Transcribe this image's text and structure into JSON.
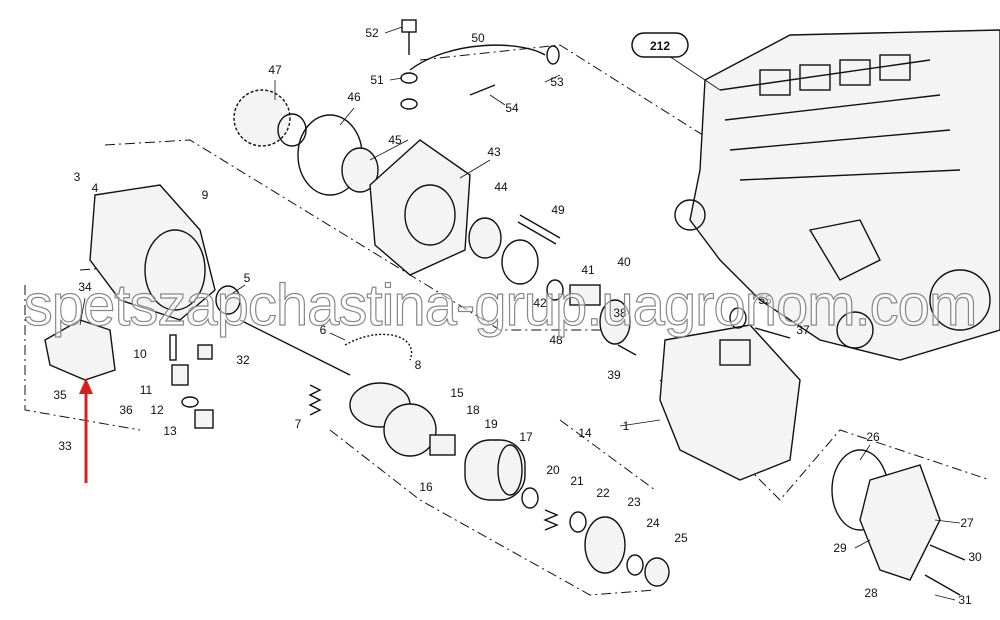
{
  "diagram": {
    "reference_box": "212",
    "callouts": [
      {
        "id": "52"
      },
      {
        "id": "50"
      },
      {
        "id": "47"
      },
      {
        "id": "51"
      },
      {
        "id": "53"
      },
      {
        "id": "46"
      },
      {
        "id": "54"
      },
      {
        "id": "45"
      },
      {
        "id": "43"
      },
      {
        "id": "3"
      },
      {
        "id": "4"
      },
      {
        "id": "9"
      },
      {
        "id": "44"
      },
      {
        "id": "49"
      },
      {
        "id": "41"
      },
      {
        "id": "40"
      },
      {
        "id": "34"
      },
      {
        "id": "5"
      },
      {
        "id": "55"
      },
      {
        "id": "38"
      },
      {
        "id": "42"
      },
      {
        "id": "48"
      },
      {
        "id": "6"
      },
      {
        "id": "37"
      },
      {
        "id": "10"
      },
      {
        "id": "32"
      },
      {
        "id": "8"
      },
      {
        "id": "39"
      },
      {
        "id": "35"
      },
      {
        "id": "11"
      },
      {
        "id": "15"
      },
      {
        "id": "36"
      },
      {
        "id": "12"
      },
      {
        "id": "18"
      },
      {
        "id": "1"
      },
      {
        "id": "14"
      },
      {
        "id": "7"
      },
      {
        "id": "19"
      },
      {
        "id": "13"
      },
      {
        "id": "33"
      },
      {
        "id": "17"
      },
      {
        "id": "26"
      },
      {
        "id": "20"
      },
      {
        "id": "21"
      },
      {
        "id": "16"
      },
      {
        "id": "22"
      },
      {
        "id": "23"
      },
      {
        "id": "27"
      },
      {
        "id": "24"
      },
      {
        "id": "25"
      },
      {
        "id": "29"
      },
      {
        "id": "30"
      },
      {
        "id": "28"
      },
      {
        "id": "31"
      }
    ],
    "highlight_arrow_color": "#d62020"
  },
  "watermark": "spetszapchastina-grup.uagronom.com"
}
